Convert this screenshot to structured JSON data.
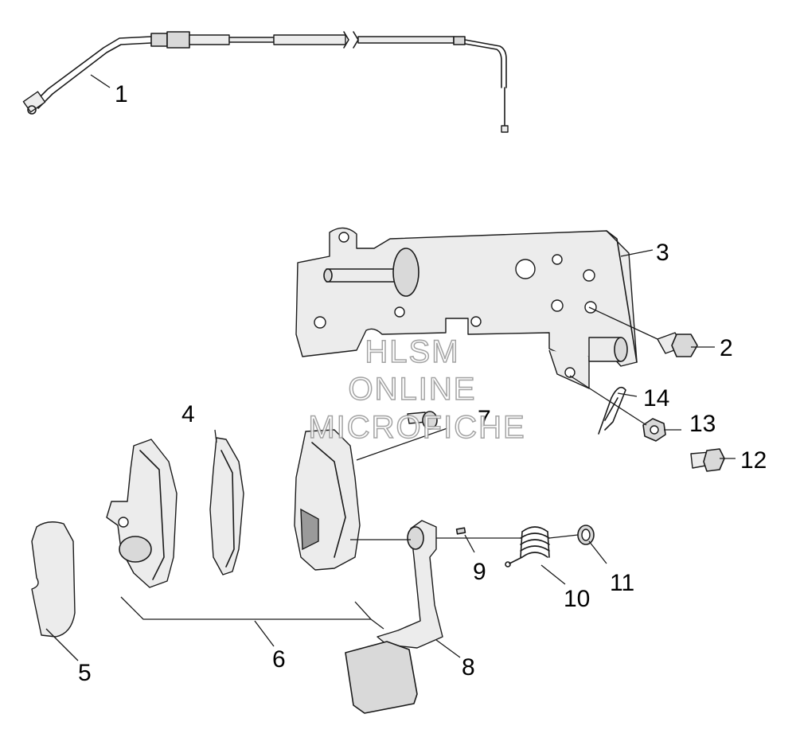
{
  "callouts": {
    "c1": "1",
    "c2": "2",
    "c3": "3",
    "c4": "4",
    "c5": "5",
    "c6": "6",
    "c7": "7",
    "c8": "8",
    "c9": "9",
    "c10": "10",
    "c11": "11",
    "c12": "12",
    "c13": "13",
    "c14": "14"
  },
  "watermark": {
    "line1": "HLSM",
    "line2": "ONLINE",
    "line3": "MICROFICHE"
  }
}
